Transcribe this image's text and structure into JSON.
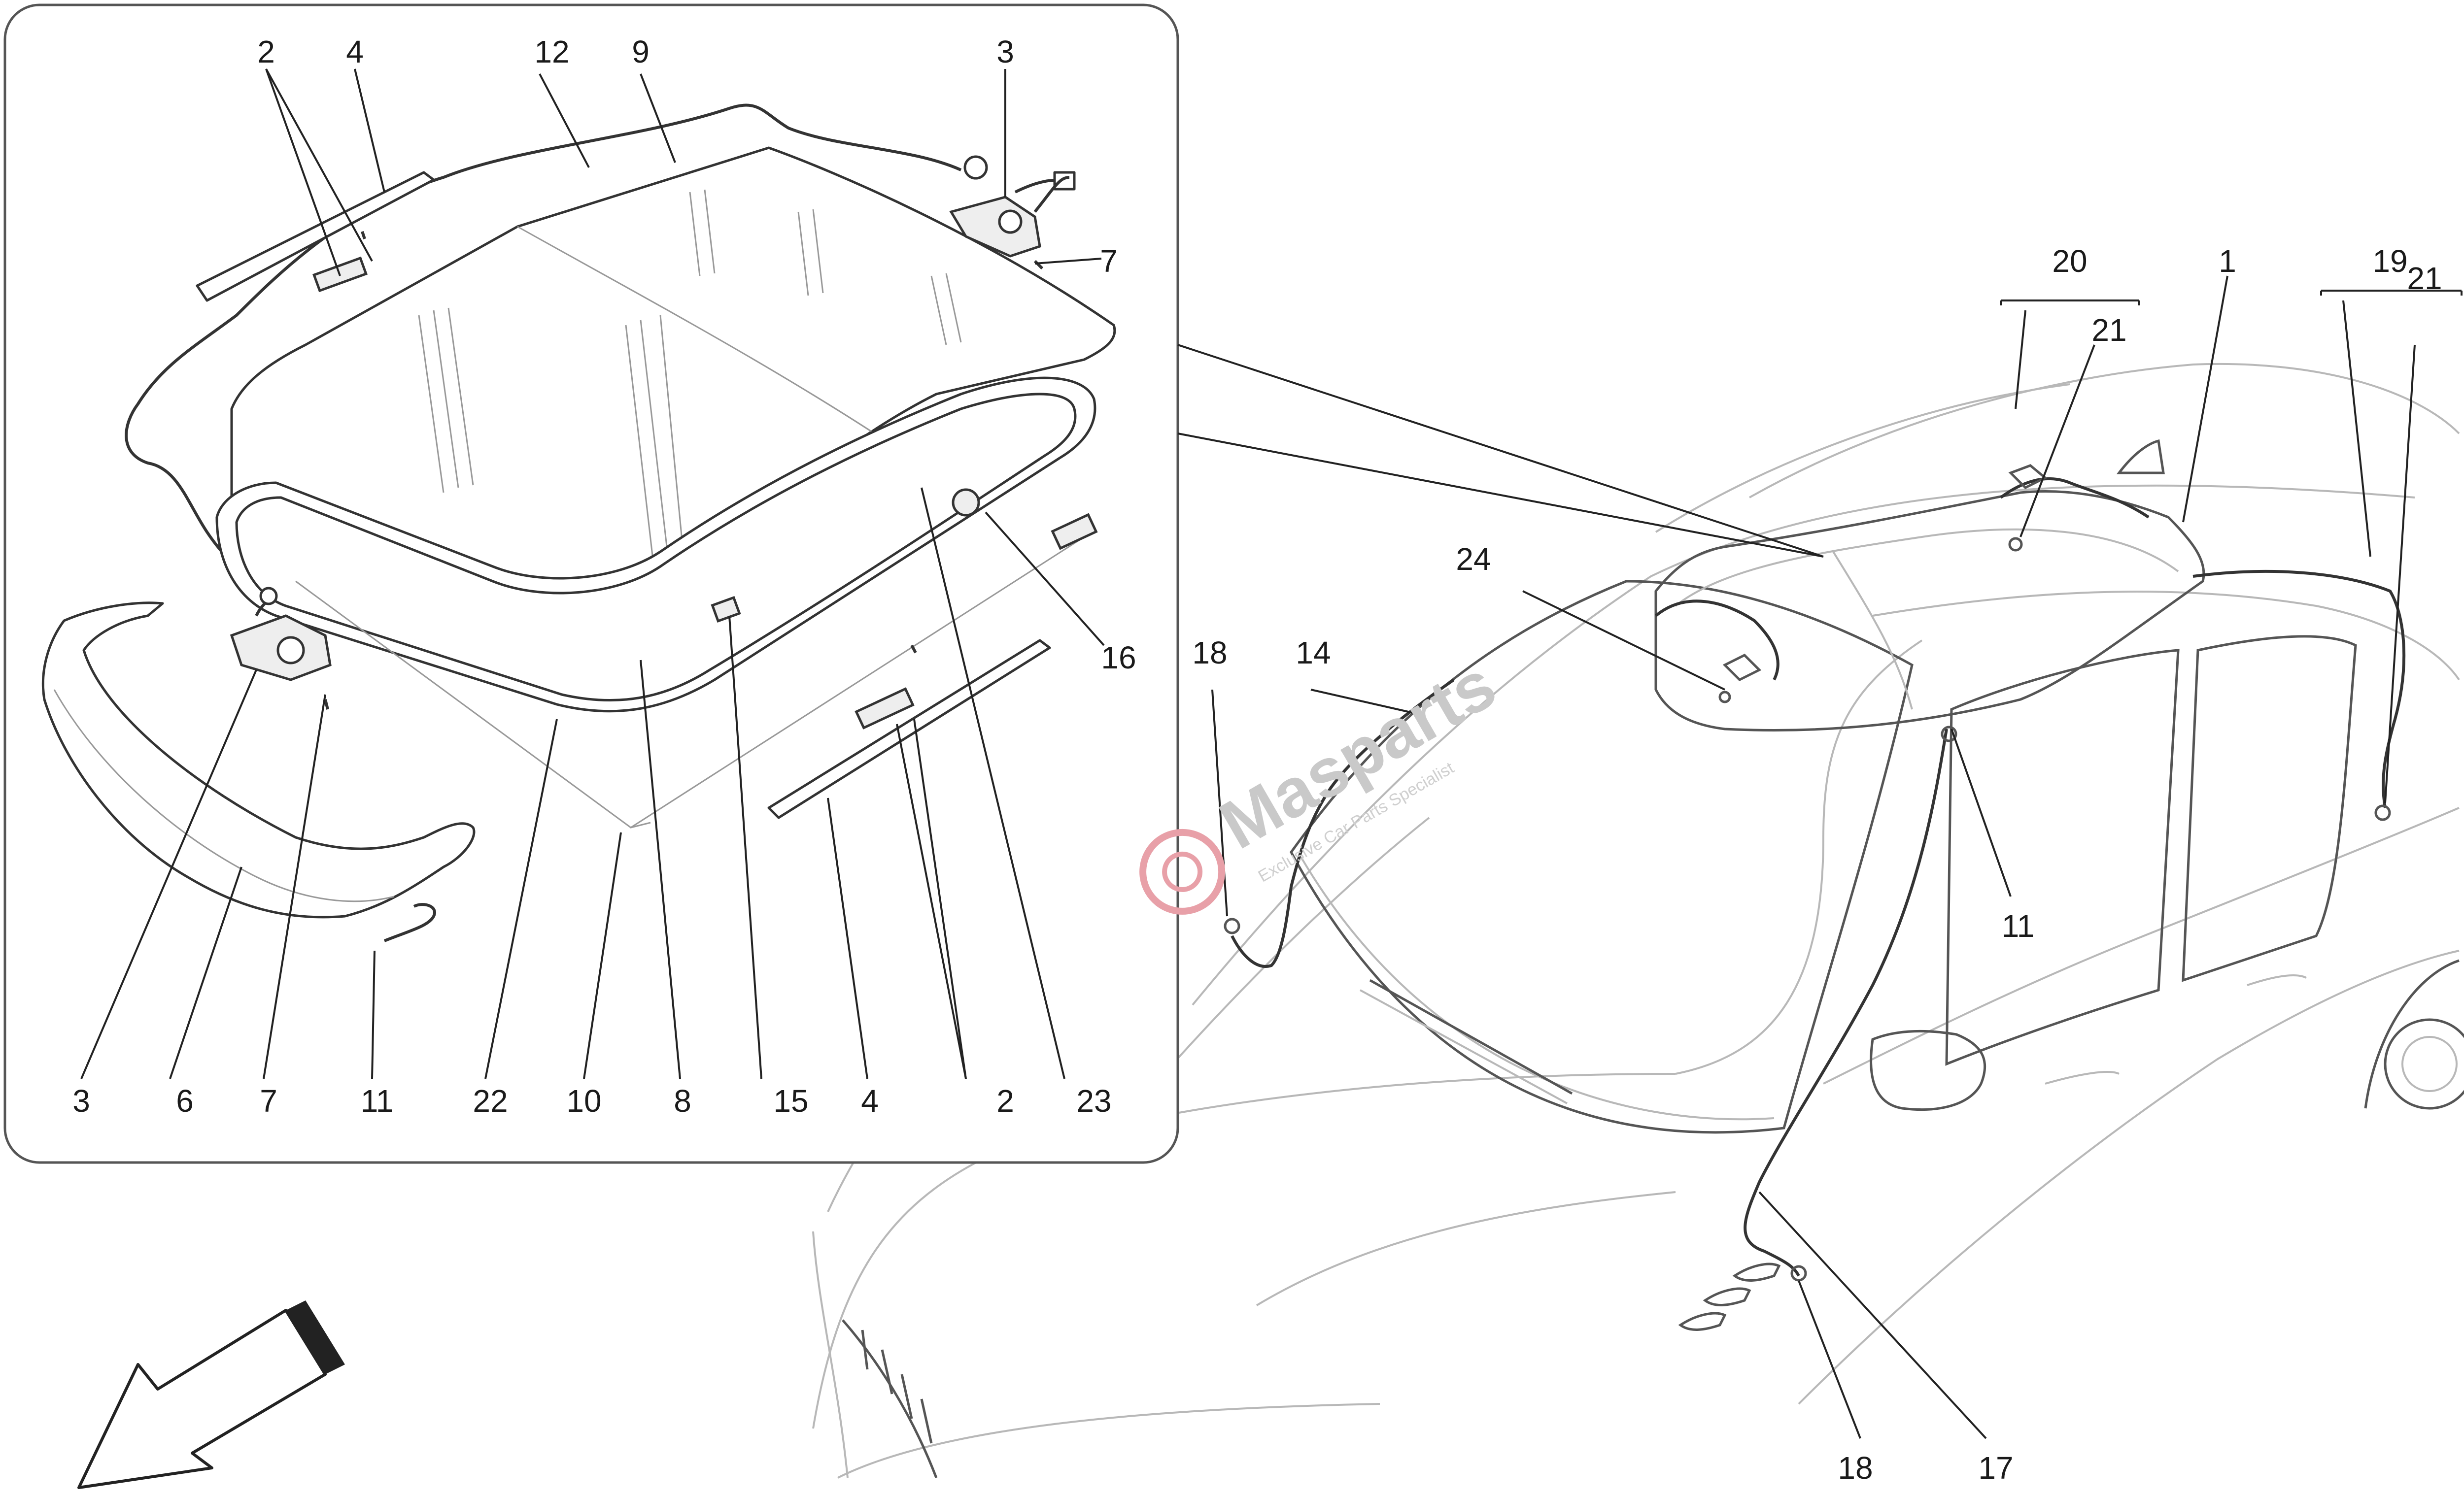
{
  "watermark": {
    "brand": "Masparts",
    "tagline": "Exclusive Car Parts Specialist"
  },
  "callouts": {
    "inset": [
      "2",
      "4",
      "12",
      "9",
      "3",
      "7",
      "16",
      "3",
      "6",
      "7",
      "11",
      "22",
      "10",
      "8",
      "15",
      "4",
      "2",
      "23"
    ],
    "vehicle": [
      "20",
      "1",
      "19",
      "21",
      "21",
      "24",
      "18",
      "14",
      "11",
      "18",
      "17"
    ]
  },
  "colors": {
    "line": "#333333",
    "watermark_gray": "#c9c9c9",
    "watermark_red": "#e8a0a8"
  }
}
